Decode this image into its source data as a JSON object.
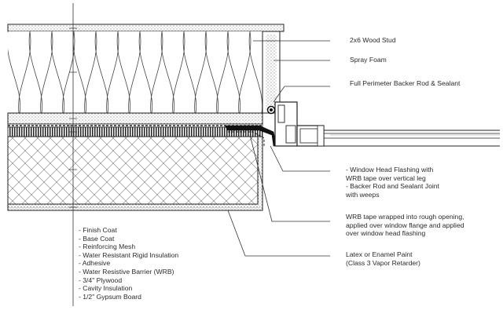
{
  "callouts": {
    "stud": "2x6 Wood Stud",
    "spray_foam": "Spray Foam",
    "backer_rod": "Full Perimeter Backer Rod & Sealant",
    "head_flashing": [
      "- Window Head Flashing with",
      "WRB tape over vertical leg",
      "- Backer Rod and Sealant Joint",
      "with weeps"
    ],
    "wrb_tape": [
      "WRB tape wrapped into rough opening,",
      "applied over window flange and applied",
      "over window head flashing"
    ],
    "paint": [
      "Latex or Enamel Paint",
      "(Class 3 Vapor Retarder)"
    ]
  },
  "layers": [
    "- Finish Coat",
    "- Base Coat",
    "- Reinforcing Mesh",
    "- Water Resistant Rigid Insulation",
    "- Adhesive",
    "- Water Resistive Barrier (WRB)",
    "- 3/4\" Plywood",
    "- Cavity Insulation",
    "- 1/2\" Gypsum Board"
  ]
}
